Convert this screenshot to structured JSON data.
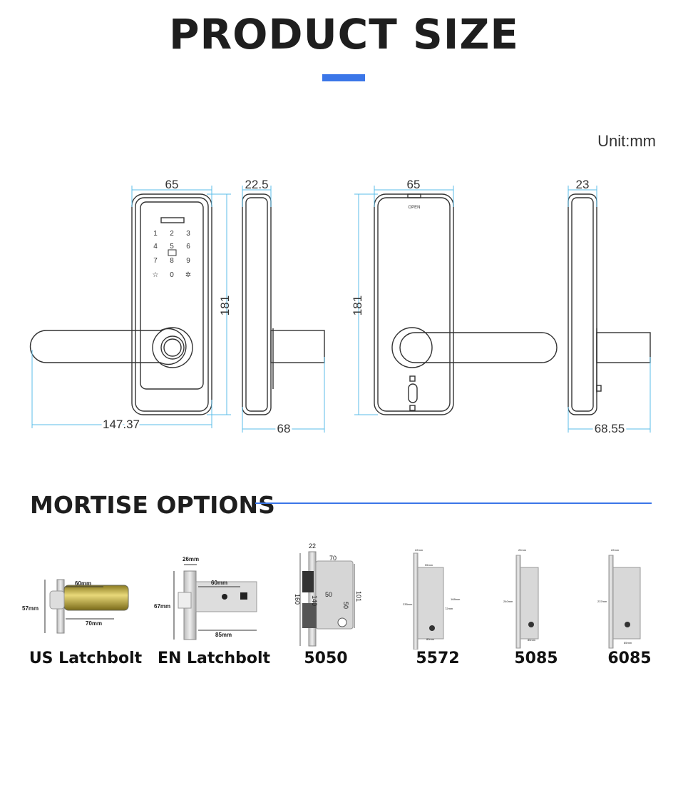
{
  "header": {
    "title": "PRODUCT SIZE",
    "unit": "Unit:mm"
  },
  "front_view": {
    "width": "65",
    "height": "181",
    "total_width": "147.37",
    "keypad": [
      "1",
      "2",
      "3",
      "4",
      "5",
      "6",
      "7",
      "8",
      "9",
      "☆",
      "0",
      "✲"
    ]
  },
  "side_view_front": {
    "thickness": "22.5",
    "depth": "68"
  },
  "back_view": {
    "width": "65",
    "height": "181",
    "button_label": "OPEN"
  },
  "side_view_back": {
    "thickness": "23",
    "depth": "68.55"
  },
  "mortise": {
    "title": "MORTISE OPTIONS",
    "options": [
      {
        "name": "US Latchbolt",
        "dims": [
          "57mm",
          "60mm",
          "70mm"
        ]
      },
      {
        "name": "EN Latchbolt",
        "dims": [
          "26mm",
          "67mm",
          "60mm",
          "85mm"
        ]
      },
      {
        "name": "5050",
        "dims": [
          "22",
          "70",
          "160",
          "140",
          "50",
          "50",
          "101"
        ]
      },
      {
        "name": "5572",
        "dims": [
          "22mm",
          "55mm",
          "235mm",
          "168mm",
          "72mm",
          "80mm"
        ]
      },
      {
        "name": "5085",
        "dims": [
          "22mm",
          "240mm",
          "85mm"
        ]
      },
      {
        "name": "6085",
        "dims": [
          "22mm",
          "237mm",
          "85mm"
        ]
      }
    ]
  },
  "colors": {
    "accent": "#3b76e8",
    "dimension": "#5bbde8",
    "line": "#333333"
  }
}
